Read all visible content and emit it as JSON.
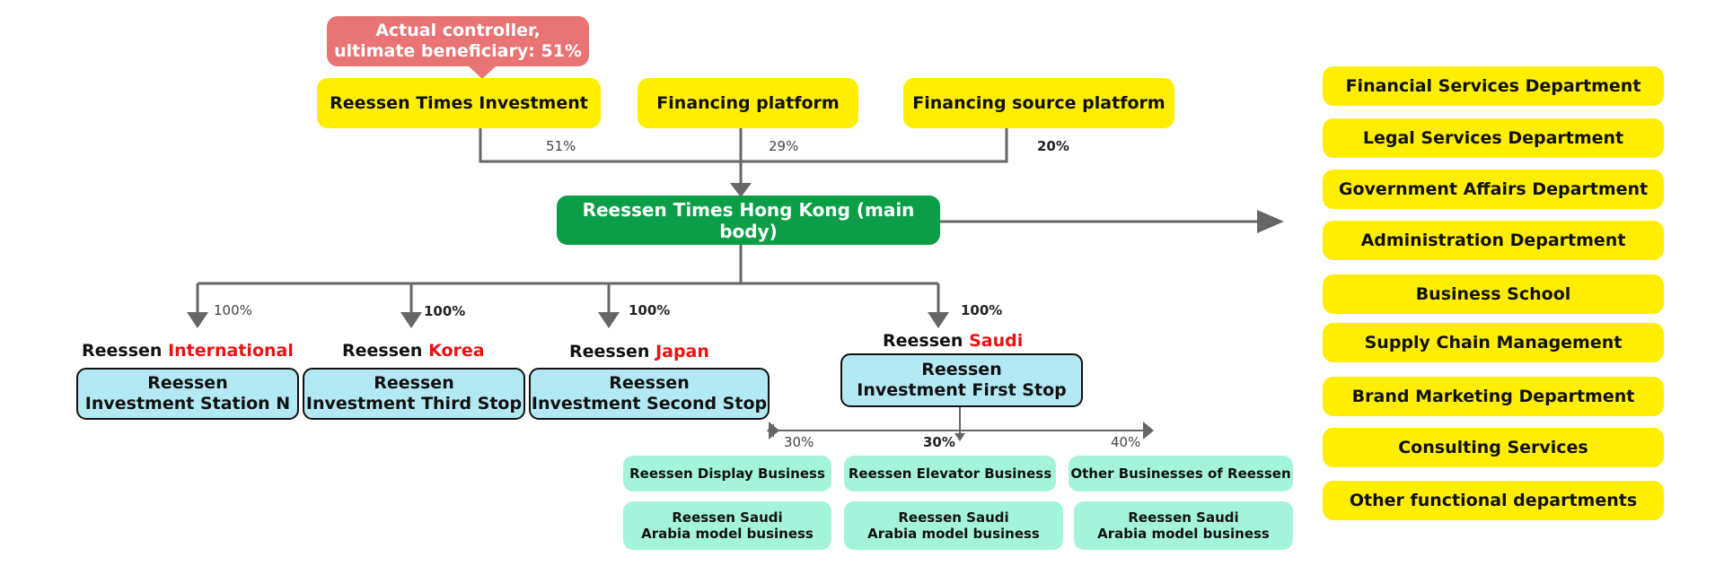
{
  "colors": {
    "yellow": "#ffee00",
    "green": "#0b9e47",
    "bubble_red": "#e87474",
    "light_blue": "#b3e9f3",
    "mint": "#a4f4dc",
    "highlight_red": "#ee1111",
    "connector_gray": "#666666"
  },
  "callout": {
    "line1": "Actual controller,",
    "line2": "ultimate beneficiary: 51%"
  },
  "shareholders": [
    {
      "label": "Reessen Times Investment",
      "pct": "51%"
    },
    {
      "label": "Financing platform",
      "pct": "29%"
    },
    {
      "label": "Financing source platform",
      "pct": "20%"
    }
  ],
  "main_body": "Reessen Times Hong Kong (main body)",
  "subsidiaries": [
    {
      "prefix": "Reessen ",
      "highlight": "International",
      "pct": "100%",
      "box_line1": "Reessen",
      "box_line2": "Investment Station N"
    },
    {
      "prefix": "Reessen ",
      "highlight": "Korea",
      "pct": "100%",
      "box_line1": "Reessen",
      "box_line2": "Investment Third Stop"
    },
    {
      "prefix": "Reessen ",
      "highlight": "Japan",
      "pct": "100%",
      "box_line1": "Reessen",
      "box_line2": "Investment Second Stop"
    },
    {
      "prefix": "Reessen ",
      "highlight": "Saudi",
      "pct": "100%",
      "box_line1": "Reessen",
      "box_line2": "Investment First Stop"
    }
  ],
  "saudi_businesses": [
    {
      "pct": "30%",
      "name": "Reessen Display Business",
      "model_line1": "Reessen Saudi",
      "model_line2": "Arabia model business"
    },
    {
      "pct": "30%",
      "name": "Reessen Elevator Business",
      "model_line1": "Reessen Saudi",
      "model_line2": "Arabia model business"
    },
    {
      "pct": "40%",
      "name": "Other Businesses of Reessen",
      "model_line1": "Reessen Saudi",
      "model_line2": "Arabia model business"
    }
  ],
  "departments": [
    "Financial Services Department",
    "Legal Services Department",
    "Government Affairs Department",
    "Administration Department",
    "Business School",
    "Supply Chain Management",
    "Brand Marketing Department",
    "Consulting Services",
    "Other functional departments"
  ]
}
